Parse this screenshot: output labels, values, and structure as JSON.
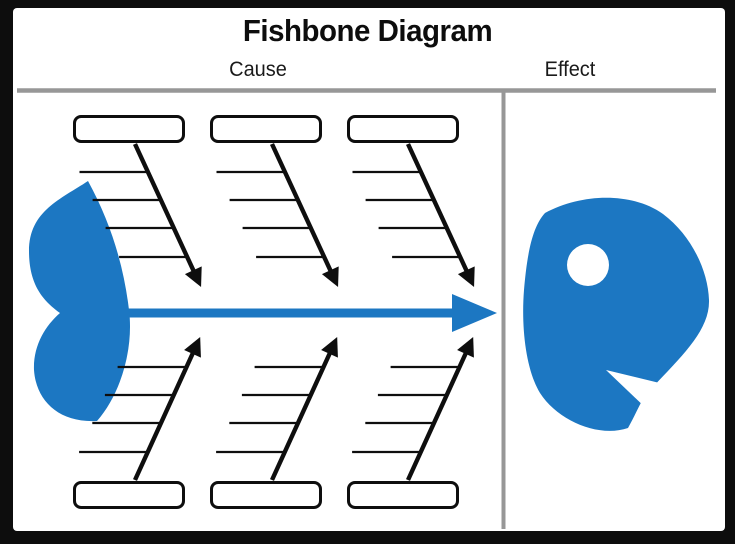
{
  "title": "Fishbone Diagram",
  "labels": {
    "cause": "Cause",
    "effect": "Effect"
  },
  "colors": {
    "accent_blue": "#1c77c2",
    "bone_black": "#0e0e0e",
    "divider_gray": "#979797",
    "background": "#ffffff",
    "frame_black": "#0d0d0d"
  },
  "fishbone": {
    "diagram_type": "fishbone",
    "top_causes": [
      "",
      "",
      ""
    ],
    "bottom_causes": [
      "",
      "",
      ""
    ],
    "sub_lines_per_bone": 4
  }
}
